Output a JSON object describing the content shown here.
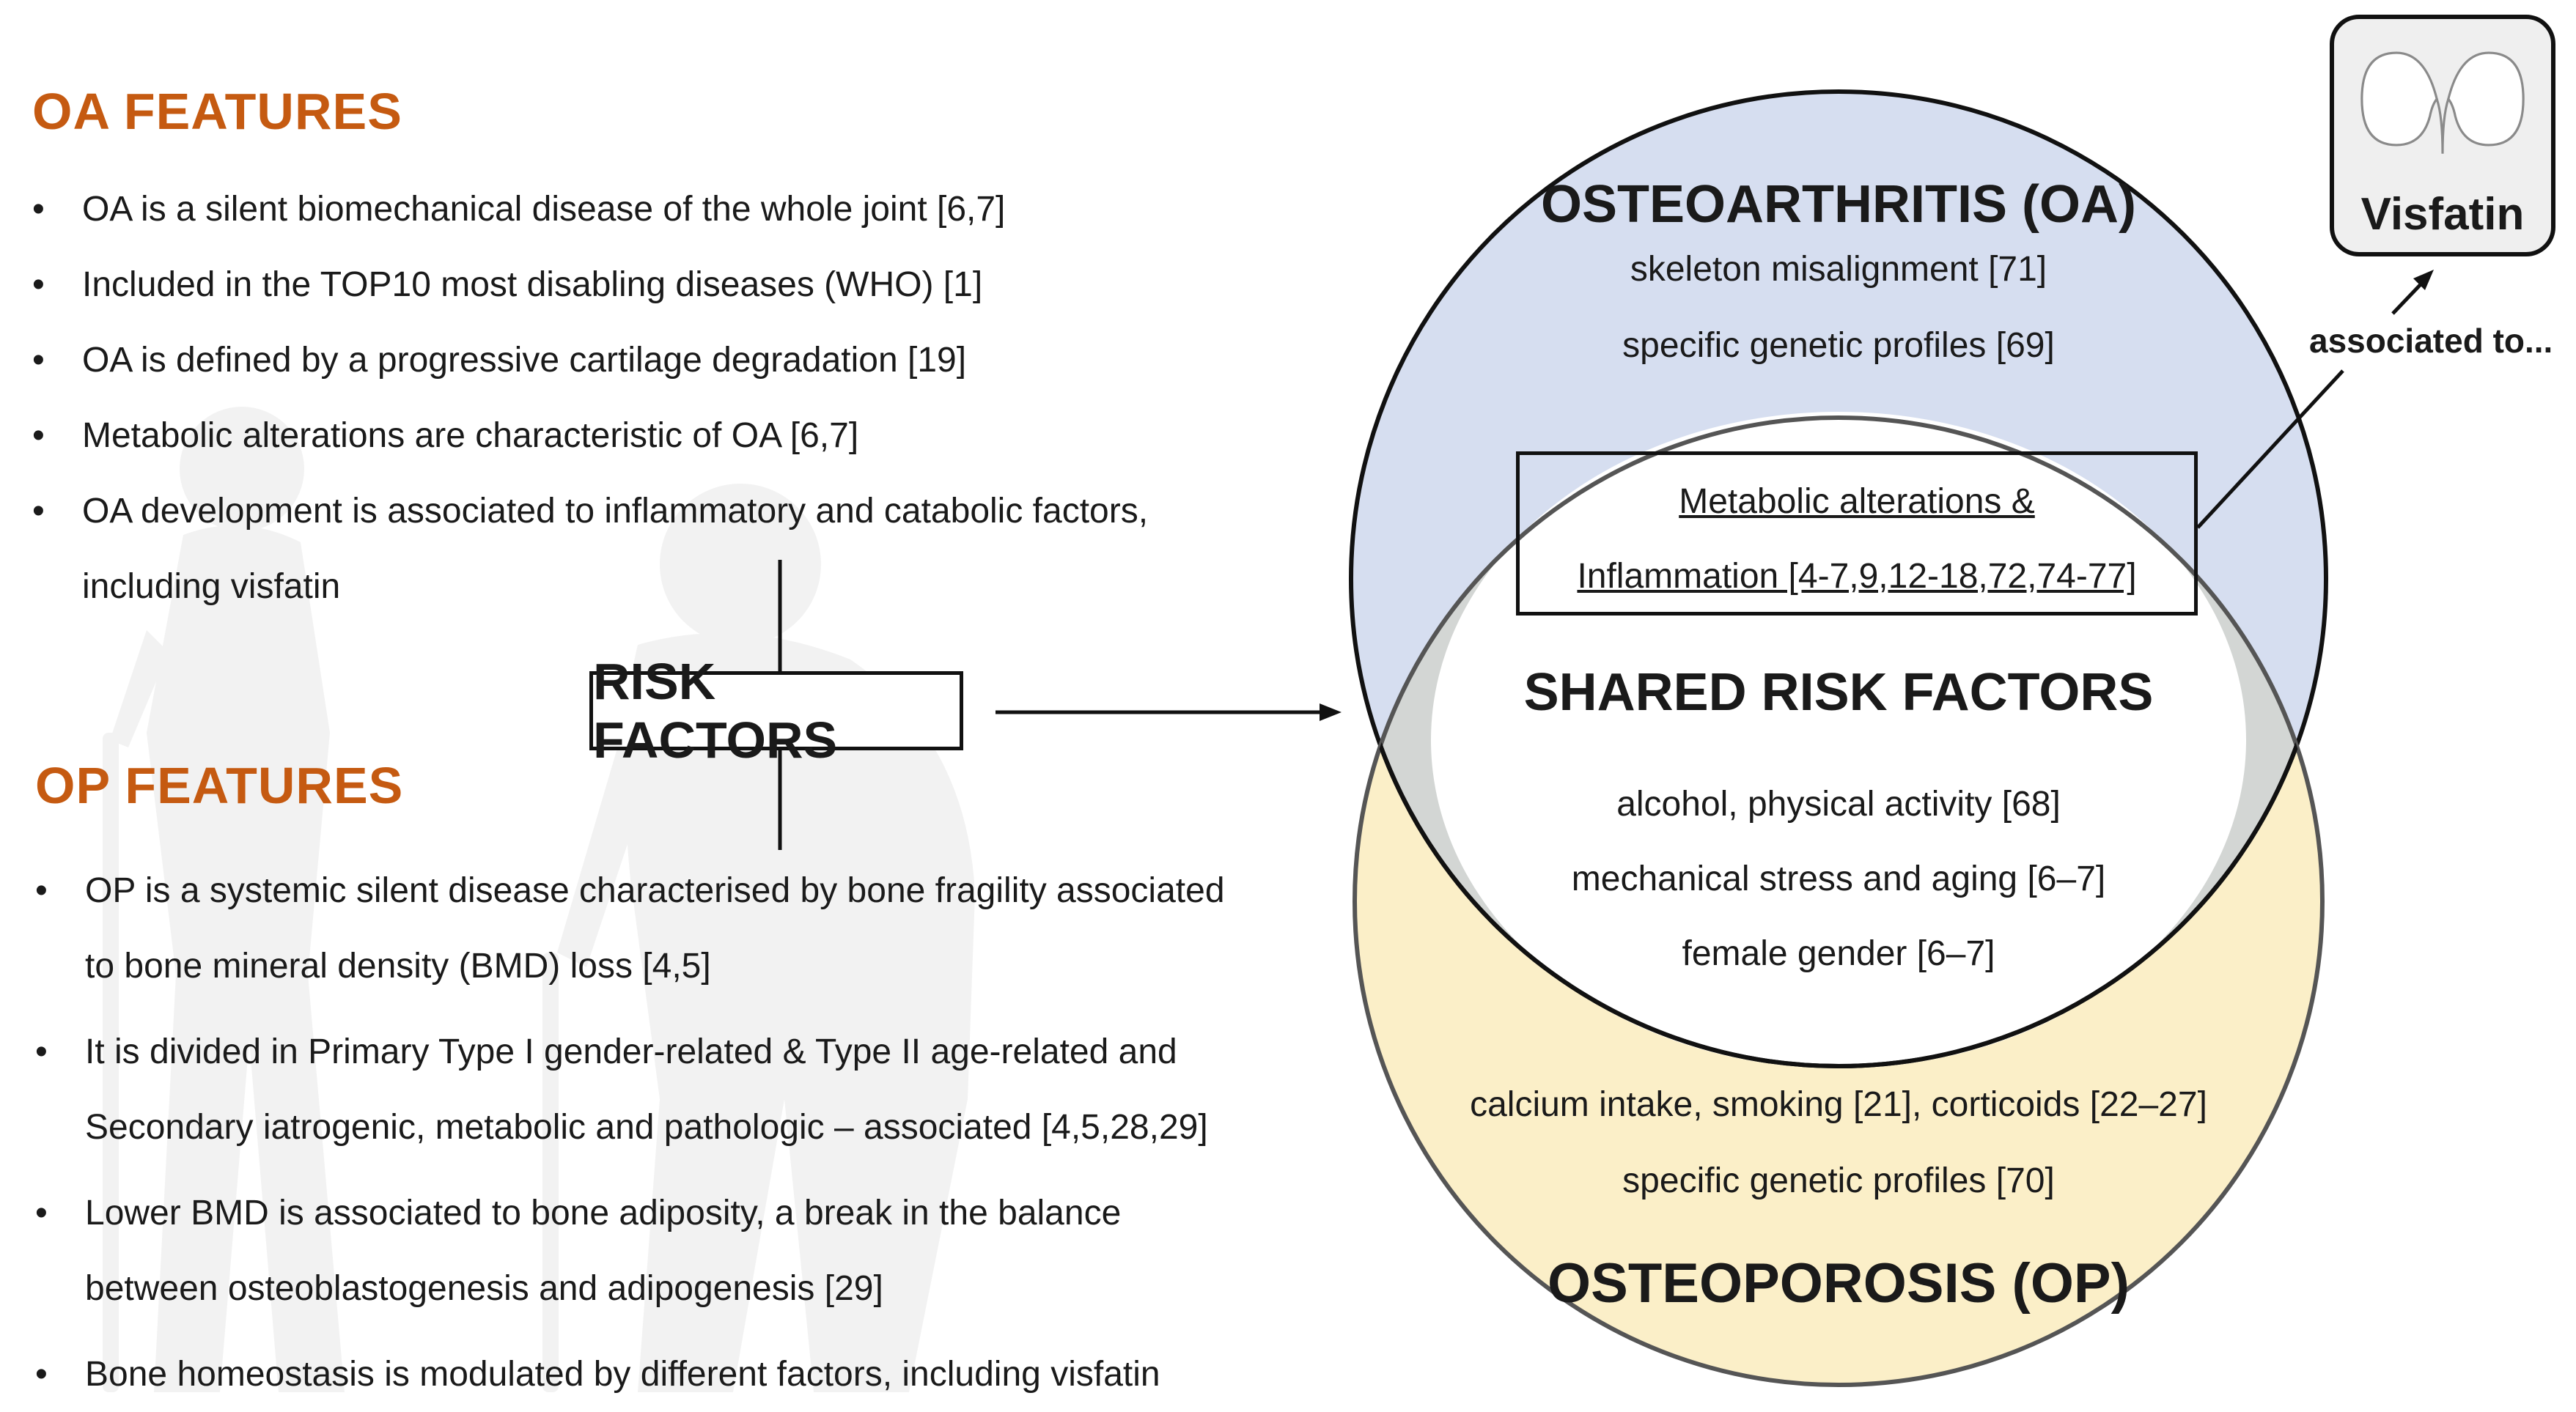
{
  "colors": {
    "heading_orange": "#C55A11",
    "oa_circle_fill": "#D6DEF0",
    "op_circle_fill": "#FBEFC8",
    "overlap_fill": "#FFFFFF",
    "silhouette": "#F2F2F2"
  },
  "oa_features": {
    "heading": "OA FEATURES",
    "bullets": [
      "OA is a silent biomechanical disease of the whole joint [6,7]",
      "Included in the TOP10 most disabling diseases (WHO) [1]",
      "OA is defined by a progressive cartilage degradation [19]",
      "Metabolic alterations are characteristic of OA [6,7]"
    ],
    "bullet_multiline": {
      "line1": "OA development is associated to inflammatory and catabolic factors,",
      "line2": "including visfatin"
    }
  },
  "risk_factors_label": "RISK FACTORS",
  "op_features": {
    "heading": "OP FEATURES",
    "bullets": [
      {
        "line1": "OP is a systemic silent disease characterised by bone fragility associated",
        "line2": "to bone mineral density (BMD) loss [4,5]"
      },
      {
        "line1": "It is divided in Primary Type I gender-related & Type II age-related and",
        "line2": "Secondary iatrogenic, metabolic and pathologic – associated [4,5,28,29]"
      },
      {
        "line1": "Lower BMD is associated to bone adiposity, a break in the balance",
        "line2": "between osteoblastogenesis and adipogenesis [29]"
      }
    ],
    "last_bullet": "Bone homeostasis is modulated by different factors, including visfatin"
  },
  "venn": {
    "oa_title": "OSTEOARTHRITIS (OA)",
    "oa_items": [
      "skeleton misalignment [71]",
      "specific genetic profiles [69]"
    ],
    "metabolic_line1": "Metabolic alterations &",
    "metabolic_line2": "Inflammation [4-7,9,12-18,72,74-77]",
    "shared_title": "SHARED RISK FACTORS",
    "shared_items": [
      "alcohol, physical activity [68]",
      "mechanical stress and aging [6–7]",
      "female gender [6–7]"
    ],
    "op_items": [
      "calcium intake, smoking [21], corticoids [22–27]",
      "specific genetic profiles [70]"
    ],
    "op_title": "OSTEOPOROSIS (OP)"
  },
  "visfatin": {
    "label": "Visfatin",
    "icon": "kidney-pair-icon",
    "associated_label": "associated to..."
  }
}
